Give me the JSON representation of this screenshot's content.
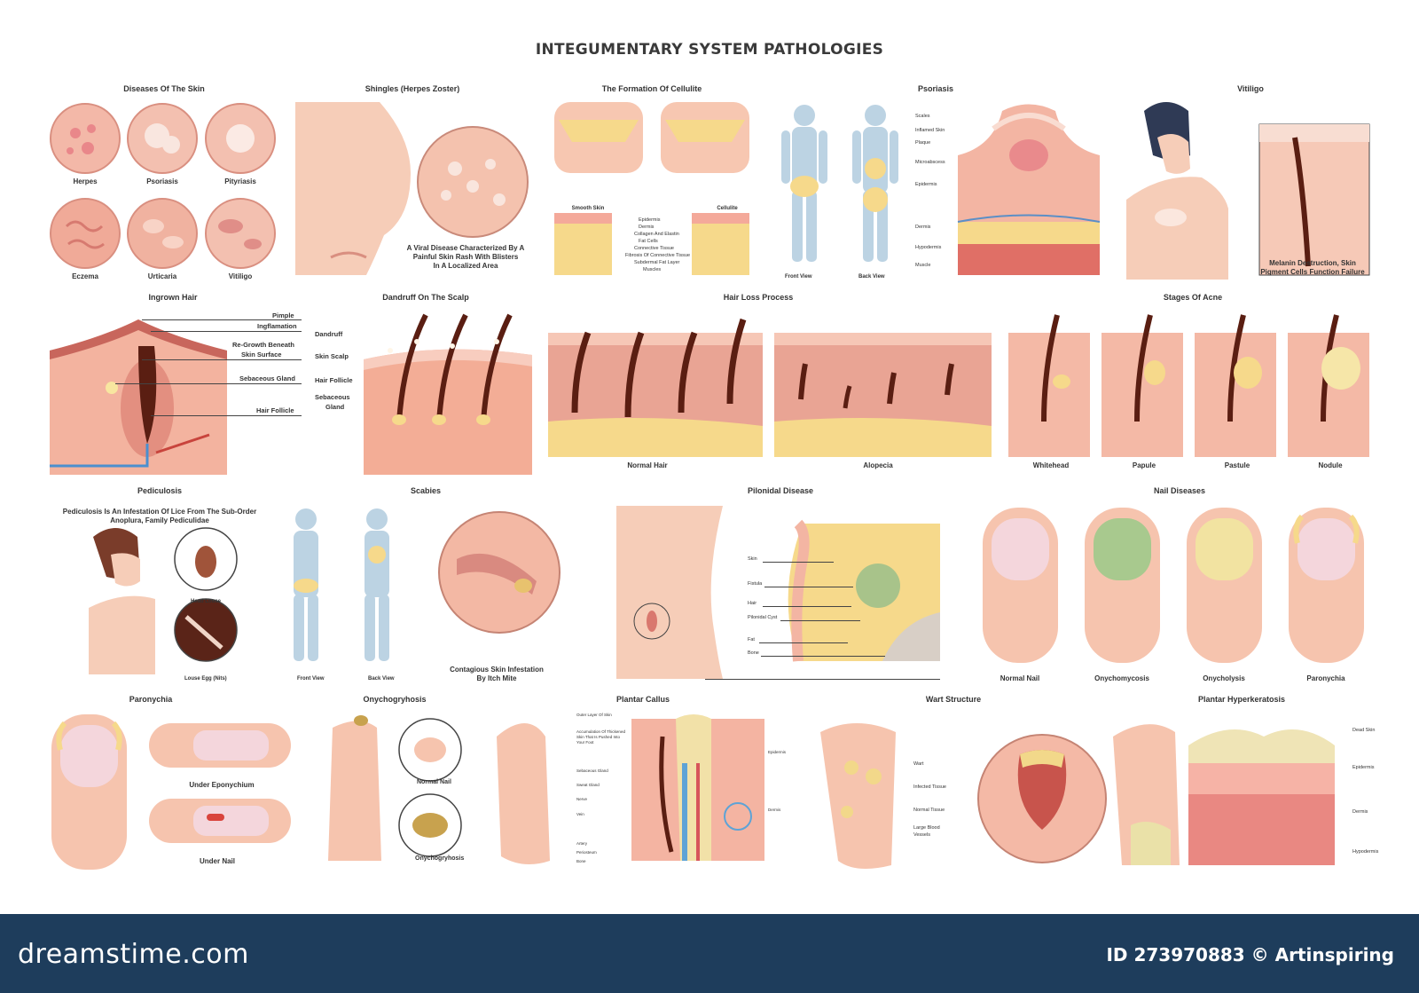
{
  "title": "INTEGUMENTARY SYSTEM PATHOLOGIES",
  "skin_diseases": {
    "title": "Diseases Of The Skin",
    "items": [
      "Herpes",
      "Psoriasis",
      "Pityriasis",
      "Eczema",
      "Urticaria",
      "Vitiligo"
    ]
  },
  "shingles": {
    "title": "Shingles (Herpes Zoster)",
    "desc1": "A Viral Disease Characterized By A",
    "desc2": "Painful Skin Rash With Blisters",
    "desc3": "In A Localized Area"
  },
  "cellulite": {
    "title": "The Formation Of Cellulite",
    "smooth": "Smooth Skin",
    "cellulite": "Cellulite",
    "layers": [
      "Epidermis",
      "Dermis",
      "Collagen And Elastin",
      "Fat Cells",
      "Connective Tissue",
      "Fibrosis Of Connective Tissue",
      "Subdermal Fat Layer",
      "Muscles"
    ]
  },
  "body_views": {
    "front": "Front View",
    "back": "Back View"
  },
  "psoriasis": {
    "title": "Psoriasis",
    "labels": [
      "Scales",
      "Inflamed Skin",
      "Plaque",
      "Microabscess",
      "Epidermis",
      "Dermis",
      "Hypodermis",
      "Muscle"
    ]
  },
  "vitiligo": {
    "title": "Vitiligo",
    "desc1": "Melanin Destruction, Skin",
    "desc2": "Pigment Cells Function Failure"
  },
  "ingrown": {
    "title": "Ingrown Hair",
    "labels": [
      "Pimple",
      "Ingflamation",
      "Re-Growth Beneath",
      "Skin Surface",
      "Sebaceous Gland",
      "Hair Follicle"
    ]
  },
  "dandruff": {
    "title": "Dandruff On The Scalp",
    "labels": [
      "Dandruff",
      "Skin Scalp",
      "Hair Follicle",
      "Sebaceous",
      "Gland"
    ]
  },
  "hairloss": {
    "title": "Hair Loss Process",
    "normal": "Normal Hair",
    "alopecia": "Alopecia"
  },
  "acne": {
    "title": "Stages Of Acne",
    "stages": [
      "Whitehead",
      "Papule",
      "Pastule",
      "Nodule"
    ]
  },
  "pediculosis": {
    "title": "Pediculosis",
    "desc1": "Pediculosis Is An Infestation Of Lice From The Sub-Order",
    "desc2": "Anoplura, Family Pediculidae",
    "louse": "Head Louse",
    "egg": "Louse Egg (Nits)"
  },
  "scabies": {
    "title": "Scabies",
    "desc1": "Contagious Skin Infestation",
    "desc2": "By Itch Mite"
  },
  "pilonidal": {
    "title": "Pilonidal Disease",
    "labels": [
      "Skin",
      "Fistula",
      "Hair",
      "Pilonidal Cyst",
      "Fat",
      "Bone"
    ]
  },
  "nails": {
    "title": "Nail Diseases",
    "items": [
      "Normal Nail",
      "Onychomycosis",
      "Onycholysis",
      "Paronychia"
    ]
  },
  "paronychia": {
    "title": "Paronychia",
    "under_epo": "Under Eponychium",
    "under_nail": "Under Nail"
  },
  "onycho": {
    "title": "Onychogryhosis",
    "normal": "Normal Nail",
    "onycho": "Onychogryhosis"
  },
  "callus": {
    "title": "Plantar Callus",
    "labels": [
      "Outer Layer Of Skin",
      "Accumulation Of Thickened",
      "Skin That Is Pushed Into",
      "Your Foot",
      "Sebaceous Gland",
      "Sweat Gland",
      "Nerve",
      "Vein",
      "Artery",
      "Periosteum",
      "Bone"
    ],
    "right": [
      "Epidermis",
      "Dermis"
    ]
  },
  "wart": {
    "title": "Wart Structure",
    "labels": [
      "Wart",
      "Infected Tissue",
      "Normal Tissue",
      "Large Blood",
      "Vessels"
    ]
  },
  "hyperkeratosis": {
    "title": "Plantar Hyperkeratosis",
    "labels": [
      "Dead Skin",
      "Epidermis",
      "Dermis",
      "Hypodermis"
    ]
  },
  "footer": {
    "site": "dreamstime.com",
    "id": "ID 273970883 © Artinspiring"
  },
  "colors": {
    "skin": "#f6c9b4",
    "deep": "#e59a8c",
    "fat": "#f6df8c",
    "hair": "#5a1e12",
    "footer": "#1e3d5c"
  }
}
